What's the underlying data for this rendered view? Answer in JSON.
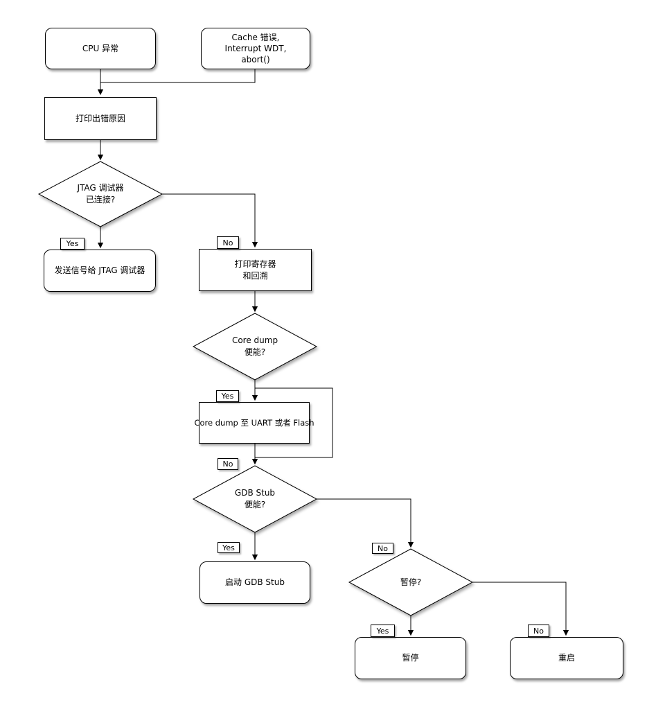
{
  "diagram": {
    "title": "CPU exception handling flowchart",
    "colors": {
      "stroke": "#000000",
      "fill": "#ffffff",
      "background": "#ffffff"
    },
    "nodes": {
      "cpu_exception": {
        "label": "CPU 异常"
      },
      "cache_error": {
        "lines": [
          "Cache 错误,",
          "Interrupt WDT,",
          "abort()"
        ]
      },
      "print_error": {
        "label": "打印出错原因"
      },
      "jtag_decision": {
        "lines": [
          "JTAG 调试器",
          "已连接?"
        ]
      },
      "send_signal": {
        "label": "发送信号给 JTAG 调试器"
      },
      "print_registers": {
        "lines": [
          "打印寄存器",
          "和回溯"
        ]
      },
      "coredump_decision": {
        "lines": [
          "Core dump",
          "便能?"
        ]
      },
      "coredump_write": {
        "label": "Core dump 至 UART 或者 Flash"
      },
      "gdbstub_decision": {
        "lines": [
          "GDB Stub",
          "便能?"
        ]
      },
      "start_gdbstub": {
        "label": "启动 GDB Stub"
      },
      "pause_decision": {
        "label": "暂停?"
      },
      "pause": {
        "label": "暂停"
      },
      "reboot": {
        "label": "重启"
      }
    },
    "edge_labels": {
      "jtag_yes": "Yes",
      "jtag_no": "No",
      "coredump_yes": "Yes",
      "coredump_no": "No",
      "gdbstub_yes": "Yes",
      "gdbstub_no": "No",
      "pause_yes": "Yes",
      "pause_no": "No"
    }
  }
}
